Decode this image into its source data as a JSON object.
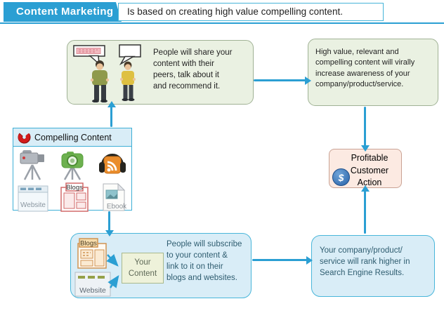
{
  "header": {
    "title": "Content Marketing",
    "subtitle": "Is based on creating high value compelling content."
  },
  "share_box": {
    "text": "People will share your\ncontent with their\npeers, talk about it\nand recommend it."
  },
  "viral_box": {
    "text": "High value, relevant and\ncompelling content will virally\nincrease awareness of your\ncompany/product/service."
  },
  "compelling_box": {
    "title": "Compelling Content",
    "website_label": "Website",
    "blogs_label": "Blogs",
    "ebook_label": "Ebook"
  },
  "profitable_box": {
    "text": "Profitable\nCustomer\nAction",
    "dollar_glyph": "$"
  },
  "subscribe_box": {
    "text": "People will subscribe\nto your content &\nlink to it on their\nblogs and websites.",
    "blogs_label": "Blogs",
    "website_label": "Website",
    "your_content_label": "Your\nContent"
  },
  "rank_box": {
    "text": "Your company/product/\nservice will rank higher in\nSearch Engine Results."
  },
  "colors": {
    "accent_blue": "#2b9fd3",
    "border_cyan": "#45b4d8",
    "fill_blue": "#d9edf7",
    "fill_green": "#eaf1e2",
    "border_green": "#a0b295",
    "fill_pink": "#fceae2",
    "border_pink": "#c9a294",
    "text_teal": "#2f5d70"
  }
}
